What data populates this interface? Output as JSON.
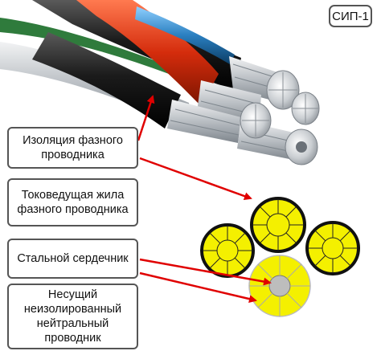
{
  "badge": {
    "text": "СИП-1"
  },
  "labels": [
    {
      "id": "phase-insulation",
      "text": "Изоляция фазного проводника"
    },
    {
      "id": "phase-conductor",
      "text": "Токоведущая жила фазного проводника"
    },
    {
      "id": "steel-core",
      "text": "Стальной сердечник"
    },
    {
      "id": "neutral",
      "text": "Несущий неизолированный нейтральный проводник"
    }
  ],
  "colors": {
    "arrow": "#e00000",
    "conductor_fill": "#f4f000",
    "conductor_outline": "#111111",
    "steel_core": "#bdbdbd",
    "insulation_black": "#1a1a1a",
    "insulation_red": "#d23a1a",
    "insulation_blue": "#2c7fb8",
    "aluminium": "#c8ccd0"
  },
  "icons": [
    "cable-illustration",
    "cross-section-diagram",
    "pointer-arrow"
  ]
}
